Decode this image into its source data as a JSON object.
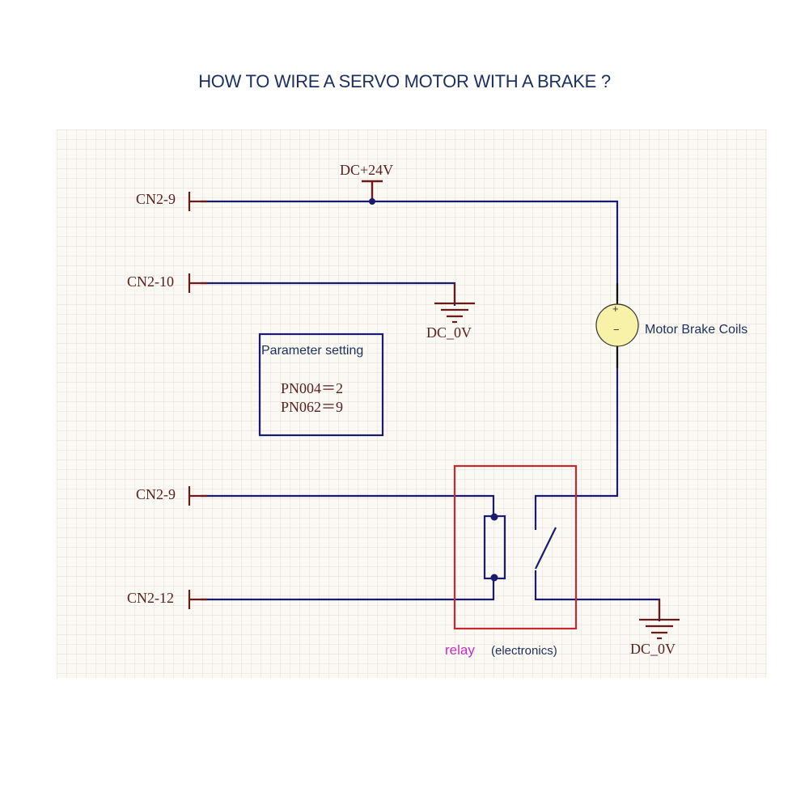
{
  "title": "HOW TO WIRE A SERVO MOTOR WITH A BRAKE ?",
  "colors": {
    "wire": "#1a1a6e",
    "pin": "#6b1a1a",
    "relay_box": "#c8282c",
    "coil_fill": "#f7f2a8",
    "title": "#1c2f5e",
    "relay_word": "#c030c0"
  },
  "connectors": [
    {
      "id": "cn2-9-top",
      "label": "CN2-9"
    },
    {
      "id": "cn2-10",
      "label": "CN2-10"
    },
    {
      "id": "cn2-9-bottom",
      "label": "CN2-9"
    },
    {
      "id": "cn2-12",
      "label": "CN2-12"
    }
  ],
  "power": {
    "label": "DC+24V"
  },
  "grounds": [
    {
      "id": "ground-top",
      "label": "DC_0V"
    },
    {
      "id": "ground-bottom",
      "label": "DC_0V"
    }
  ],
  "brake_coil": {
    "label": "Motor Brake Coils",
    "plus": "+",
    "minus": "−"
  },
  "parameter_box": {
    "heading": "Parameter setting",
    "lines": [
      "PN004＝2",
      "PN062＝9"
    ]
  },
  "relay": {
    "word": "relay",
    "note": "(electronics)"
  }
}
